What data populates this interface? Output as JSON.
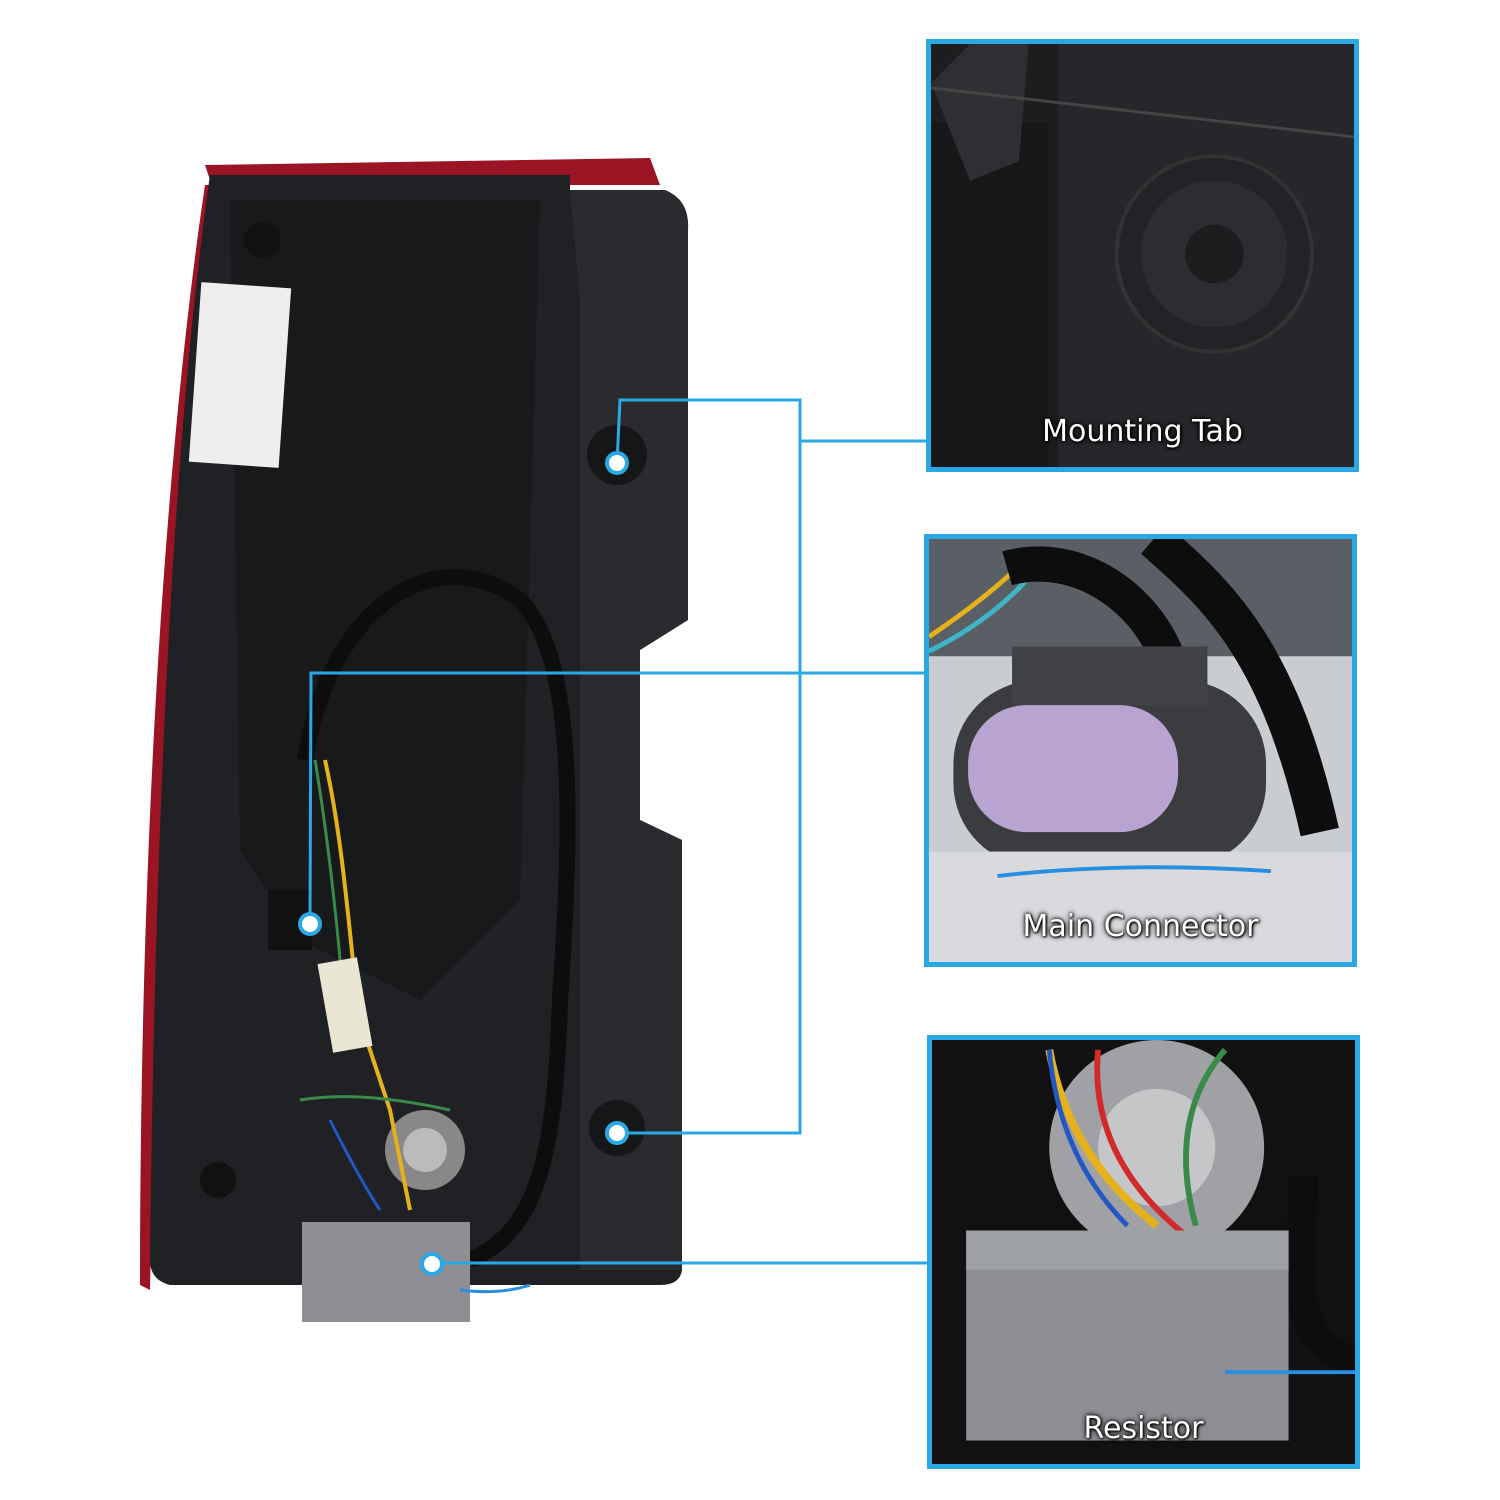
{
  "colors": {
    "accent": "#2aa8e6",
    "housing": "#1e1f22",
    "lens_edge": "#9b1424"
  },
  "callouts": [
    {
      "id": "mounting-tab",
      "label": "Mounting Tab"
    },
    {
      "id": "main-connector",
      "label": "Main Connector"
    },
    {
      "id": "resistor",
      "label": "Resistor"
    }
  ]
}
